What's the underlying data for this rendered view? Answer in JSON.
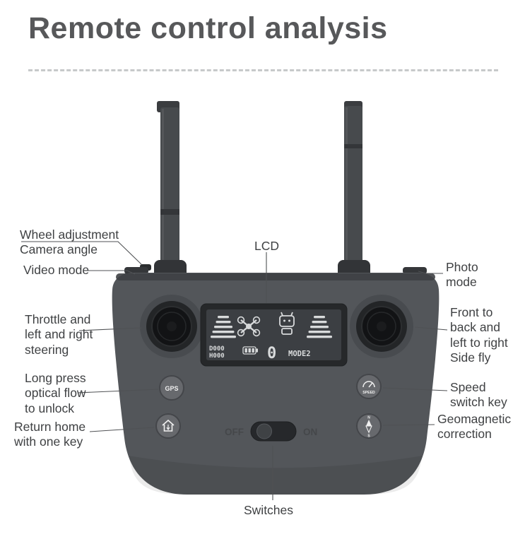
{
  "title": "Remote control analysis",
  "labels": {
    "wheel_adjustment": "Wheel adjustment\nCamera angle",
    "video_mode": "Video mode",
    "lcd": "LCD",
    "photo_mode": "Photo\nmode",
    "throttle": "Throttle and\nleft and right\nsteering",
    "side_fly": "Front to\nback and\nleft to right\nSide fly",
    "long_press": "Long press\noptical flow\nto unlock",
    "speed_switch": "Speed\nswitch key",
    "return_home": "Return home\nwith one key",
    "geomagnetic": "Geomagnetic\ncorrection",
    "switches": "Switches"
  },
  "controller": {
    "gps_button": "GPS",
    "speed_button": "SPEED",
    "switch_off": "OFF",
    "switch_on": "ON",
    "lcd": {
      "line_d": "D000",
      "line_h": "H000",
      "digit": "0",
      "mode": "MODE2"
    }
  },
  "colors": {
    "body": "#53565a",
    "bezel": "#26282a",
    "label_text": "#3f4143",
    "title_text": "#57585a",
    "lcd_glyph": "#d8dadb"
  }
}
